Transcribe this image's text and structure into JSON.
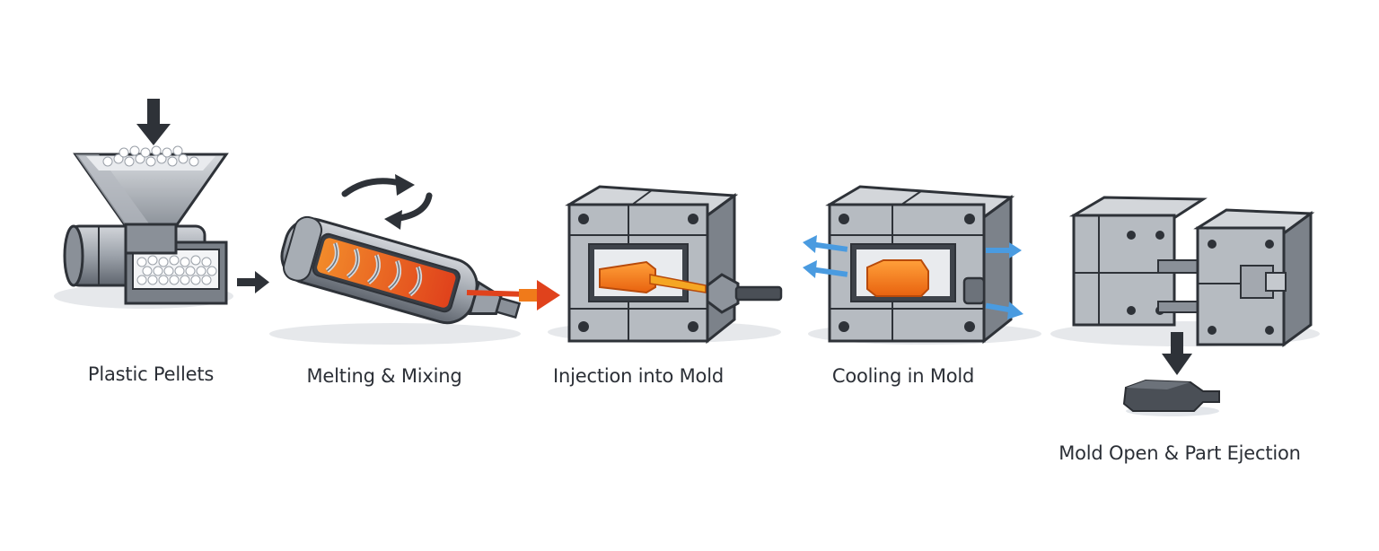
{
  "steps": [
    {
      "label": "Plastic Pellets",
      "icon": "hopper-pellets-icon"
    },
    {
      "label": "Melting & Mixing",
      "icon": "heated-barrel-screw-icon"
    },
    {
      "label": "Injection into Mold",
      "icon": "mold-injection-icon"
    },
    {
      "label": "Cooling in Mold",
      "icon": "mold-cooling-icon"
    },
    {
      "label": "Mold Open & Part Ejection",
      "icon": "mold-open-ejection-icon"
    }
  ],
  "colors": {
    "steel_light": "#c9ccd1",
    "steel_mid": "#9aa0a8",
    "steel_dark": "#5f656e",
    "outline": "#2e3238",
    "melt_orange": "#f07a1a",
    "melt_red": "#e0421c",
    "cool_blue": "#4a9be0",
    "shadow": "#e3e6ea"
  }
}
